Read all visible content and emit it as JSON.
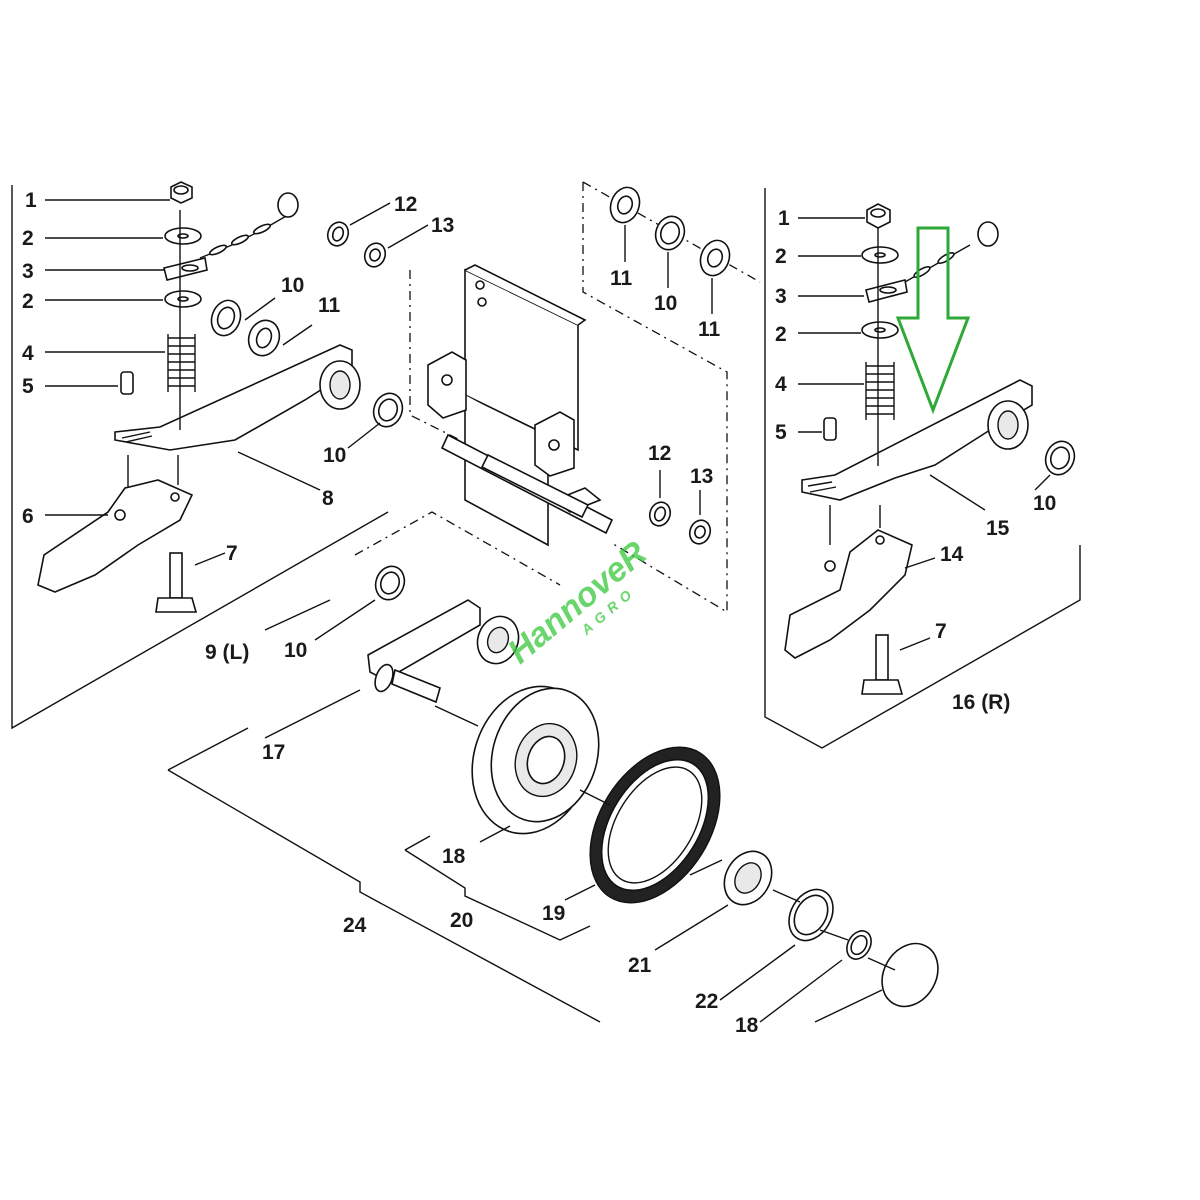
{
  "diagram": {
    "left_group": {
      "callouts": [
        "1",
        "2",
        "3",
        "2",
        "4",
        "5",
        "6",
        "7",
        "8",
        "10",
        "11",
        "10"
      ],
      "group_label": "9 (L)"
    },
    "center_group": {
      "callouts": [
        "12",
        "13",
        "12",
        "13",
        "11",
        "10",
        "11",
        "10",
        "17",
        "18",
        "19",
        "20",
        "21",
        "22",
        "18",
        "24"
      ]
    },
    "right_group": {
      "callouts": [
        "1",
        "2",
        "3",
        "2",
        "4",
        "5",
        "10",
        "15",
        "14",
        "7"
      ],
      "group_label": "16 (R)"
    },
    "watermark": {
      "brand": "HannoveR",
      "sub": "AGRO"
    },
    "highlight_arrow": {
      "color": "#2fa83a"
    }
  }
}
